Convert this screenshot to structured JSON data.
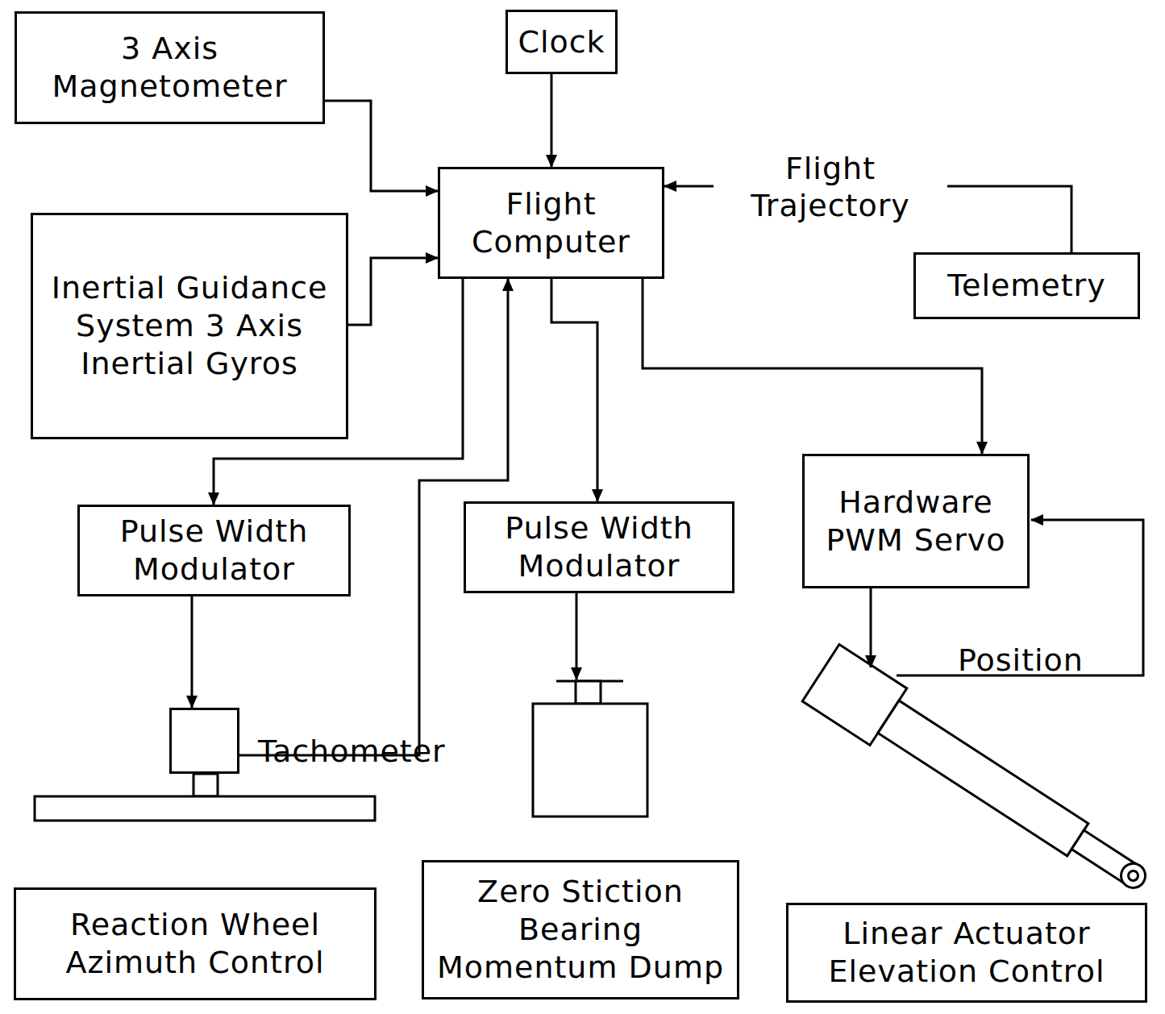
{
  "diagram": {
    "nodes": [
      {
        "text": [
          "3 Axis Magnetometer"
        ]
      },
      {
        "text": [
          "Clock"
        ]
      },
      {
        "text": [
          "Flight Computer"
        ]
      },
      {
        "text": [
          "Telemetry"
        ]
      },
      {
        "text": [
          "Inertial Guidance System 3 Axis Inertial Gyros"
        ]
      },
      {
        "text": [
          "Pulse Width Modulator"
        ]
      },
      {
        "text": [
          "Pulse Width Modulator"
        ]
      },
      {
        "text": [
          "Hardware PWM Servo"
        ]
      },
      {
        "text": [
          "Tachometer"
        ]
      },
      {
        "text": [
          "Reaction Wheel Azimuth Control"
        ]
      },
      {
        "text": [
          "Zero Stiction Bearing Momentum Dump"
        ]
      },
      {
        "text": [
          "Linear Actuator Elevation Control"
        ]
      }
    ],
    "edges": [
      {
        "from": 0,
        "to": 2,
        "arrow": "to"
      },
      {
        "from": 1,
        "to": 2,
        "arrow": "to"
      },
      {
        "from": 3,
        "to": 2,
        "label": "Flight Trajectory",
        "arrow": "to"
      },
      {
        "from": 4,
        "to": 2,
        "arrow": "to"
      },
      {
        "from": 2,
        "to": 5,
        "arrow": "to"
      },
      {
        "from": 2,
        "to": 6,
        "arrow": "to"
      },
      {
        "from": 2,
        "to": 7,
        "arrow": "to"
      },
      {
        "from": 5,
        "to": 8,
        "arrow": "to"
      },
      {
        "from": 8,
        "to": 2,
        "arrow": "to"
      }
    ],
    "labels": [
      "Position"
    ]
  }
}
